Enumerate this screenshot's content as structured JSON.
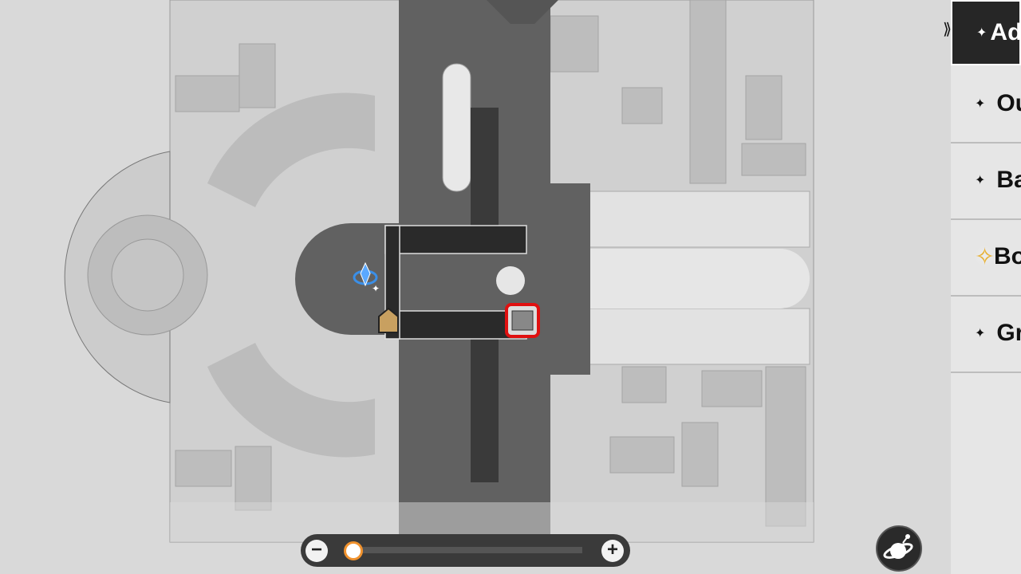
{
  "sidebar": {
    "items": [
      {
        "label": "Ad",
        "active": true
      },
      {
        "label": "Ou",
        "active": false
      },
      {
        "label": "Ba",
        "active": false
      },
      {
        "label": "Bo",
        "active": false,
        "tracked": true
      },
      {
        "label": "Gr",
        "active": false
      }
    ],
    "star_glyph": "✦",
    "pointer_glyph": "⟫"
  },
  "zoom": {
    "minus_label": "−",
    "plus_label": "+",
    "level": 0.0
  },
  "colors": {
    "accent": "#f0922e",
    "highlight": "#e01010",
    "teleport": "#3a8fe8",
    "tracked": "#e8b030"
  },
  "map_icons": [
    "space-anchor-icon",
    "bag-merchant-icon",
    "vending-machine-icon"
  ],
  "buttons": {
    "navigation": "planet-navigation-icon"
  }
}
